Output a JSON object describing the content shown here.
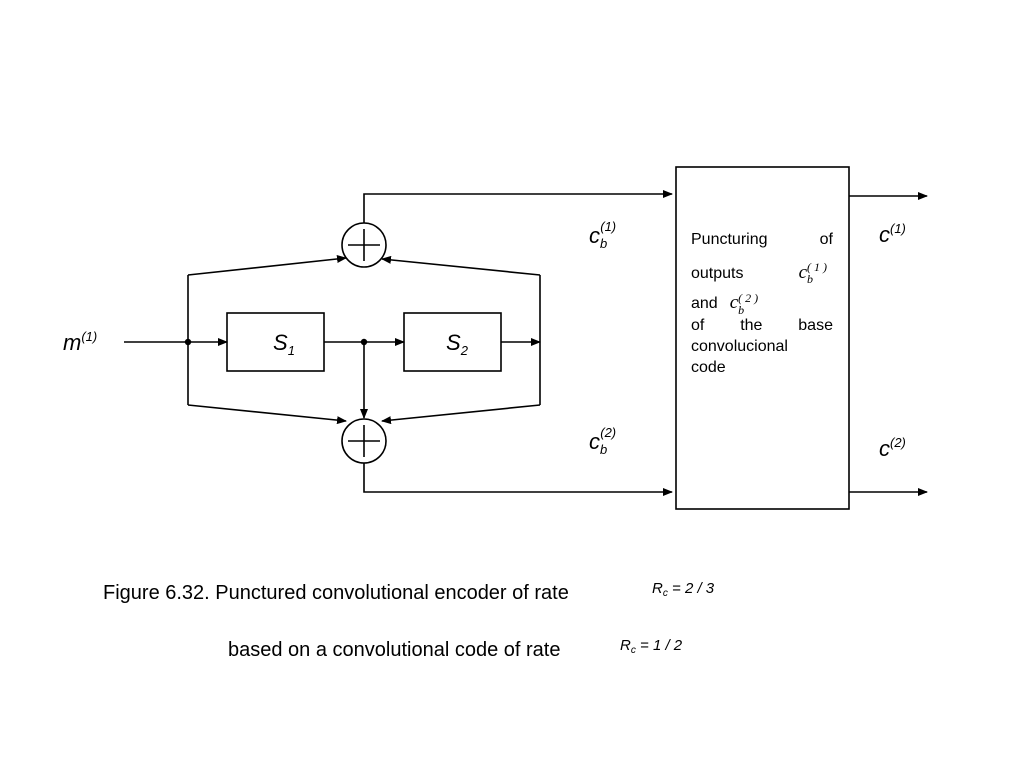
{
  "labels": {
    "input": "m",
    "input_sup": "(1)",
    "s1": "S",
    "s1_sub": "1",
    "s2": "S",
    "s2_sub": "2",
    "cb1_base": "c",
    "cb1_sub": "b",
    "cb1_sup": "(1)",
    "cb2_base": "c",
    "cb2_sub": "b",
    "cb2_sup": "(2)",
    "out1_base": "c",
    "out1_sup": "(1)",
    "out2_base": "c",
    "out2_sup": "(2)"
  },
  "puncturing": {
    "w_puncturing": "Puncturing",
    "w_of": "of",
    "w_outputs": "outputs",
    "cb1_base": "c",
    "cb1_sub": "b",
    "cb1_sup": "( 1 )",
    "w_and": "and",
    "cb2_base": "c",
    "cb2_sub": "b",
    "cb2_sup": "( 2 )",
    "w_of2": "of",
    "w_the": "the",
    "w_base": "base",
    "w_convolucional": "convolucional",
    "w_code": "code"
  },
  "caption": {
    "line1": "Figure 6.32. Punctured convolutional encoder of rate",
    "line2": "based on a convolutional code of rate",
    "rate1_R": "R",
    "rate1_sub": "c",
    "rate1_value": " = 2 / 3",
    "rate2_R": "R",
    "rate2_sub": "c",
    "rate2_value": " = 1 / 2"
  }
}
